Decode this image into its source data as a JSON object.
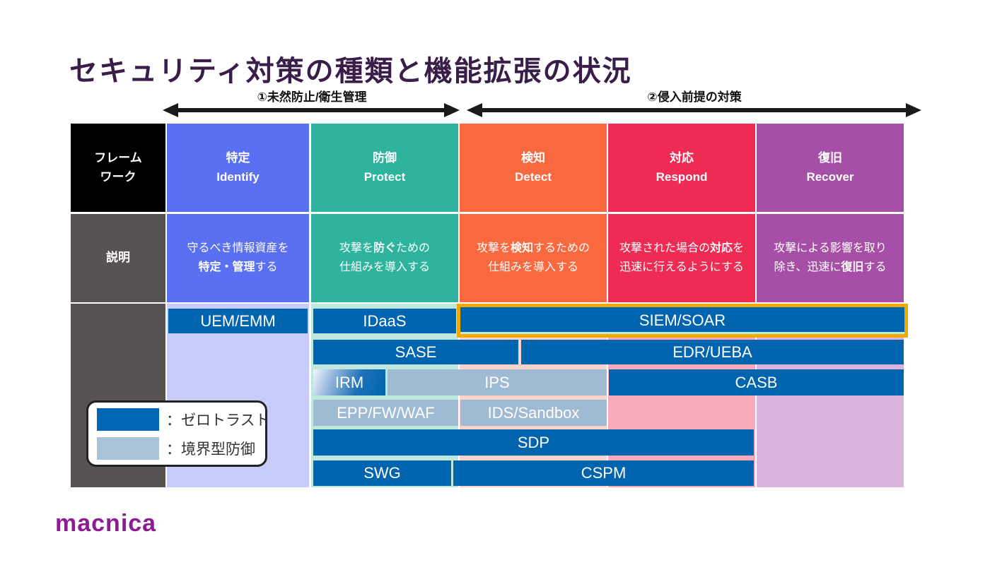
{
  "title": "セキュリティ対策の種類と機能拡張の状況",
  "arrows": {
    "left_label": "①未然防止/衛生管理",
    "right_label": "②侵入前提の対策"
  },
  "table": {
    "framework_header": [
      "フレーム",
      "ワーク"
    ],
    "desc_row_label": "説明",
    "columns": [
      {
        "ja": "特定",
        "en": "Identify",
        "color": "#5A70F0",
        "tint": "#C7CDF8"
      },
      {
        "ja": "防御",
        "en": "Protect",
        "color": "#2EB39D",
        "tint": "#BEE8DD"
      },
      {
        "ja": "検知",
        "en": "Detect",
        "color": "#F8693F",
        "tint": "#FAD3CB"
      },
      {
        "ja": "対応",
        "en": "Respond",
        "color": "#EE2C53",
        "tint": "#F8AABA"
      },
      {
        "ja": "復旧",
        "en": "Recover",
        "color": "#A64FA6",
        "tint": "#DBB3DC"
      }
    ],
    "descriptions": [
      {
        "segments": [
          {
            "t": "守るべき情報資産を"
          },
          {
            "br": true
          },
          {
            "t": "特定・管理",
            "b": true
          },
          {
            "t": "する"
          }
        ]
      },
      {
        "segments": [
          {
            "t": "攻撃を"
          },
          {
            "t": "防ぐ",
            "b": true
          },
          {
            "t": "ための"
          },
          {
            "br": true
          },
          {
            "t": "仕組みを導入する"
          }
        ]
      },
      {
        "segments": [
          {
            "t": "攻撃を"
          },
          {
            "t": "検知",
            "b": true
          },
          {
            "t": "するための"
          },
          {
            "br": true
          },
          {
            "t": "仕組みを導入する"
          }
        ]
      },
      {
        "segments": [
          {
            "t": "攻撃された場合の"
          },
          {
            "t": "対応",
            "b": true
          },
          {
            "t": "を"
          },
          {
            "br": true
          },
          {
            "t": "迅速に行えるようにする"
          }
        ]
      },
      {
        "segments": [
          {
            "t": "攻撃による影響を取り"
          },
          {
            "br": true
          },
          {
            "t": "除き、迅速に"
          },
          {
            "t": "復旧",
            "b": true
          },
          {
            "t": "する"
          }
        ]
      }
    ]
  },
  "products": [
    {
      "label": "UEM/EMM",
      "category": "zero-trust"
    },
    {
      "label": "IDaaS",
      "category": "zero-trust"
    },
    {
      "label": "SIEM/SOAR",
      "category": "zero-trust",
      "highlighted": true
    },
    {
      "label": "SASE",
      "category": "zero-trust"
    },
    {
      "label": "EDR/UEBA",
      "category": "zero-trust"
    },
    {
      "label": "IRM",
      "category": "zero-trust-transition"
    },
    {
      "label": "IPS",
      "category": "perimeter"
    },
    {
      "label": "CASB",
      "category": "zero-trust"
    },
    {
      "label": "EPP/FW/WAF",
      "category": "perimeter"
    },
    {
      "label": "IDS/Sandbox",
      "category": "perimeter"
    },
    {
      "label": "SDP",
      "category": "zero-trust"
    },
    {
      "label": "SWG",
      "category": "zero-trust"
    },
    {
      "label": "CSPM",
      "category": "zero-trust"
    }
  ],
  "legend": {
    "items": [
      {
        "label": "：ゼロトラスト",
        "color": "#0066B3"
      },
      {
        "label": "：境界型防御",
        "color": "#A9C4D9"
      }
    ]
  },
  "colors": {
    "title": "#3A1E49",
    "zero_trust_box": "#0064AF",
    "perimeter_box": "#9FBAD3",
    "highlight_border": "#F2A900",
    "framework_header_bg": "#000000",
    "row_label_bg": "#575353",
    "logo": "#8E1B93"
  },
  "logo": {
    "text": "macnica"
  }
}
